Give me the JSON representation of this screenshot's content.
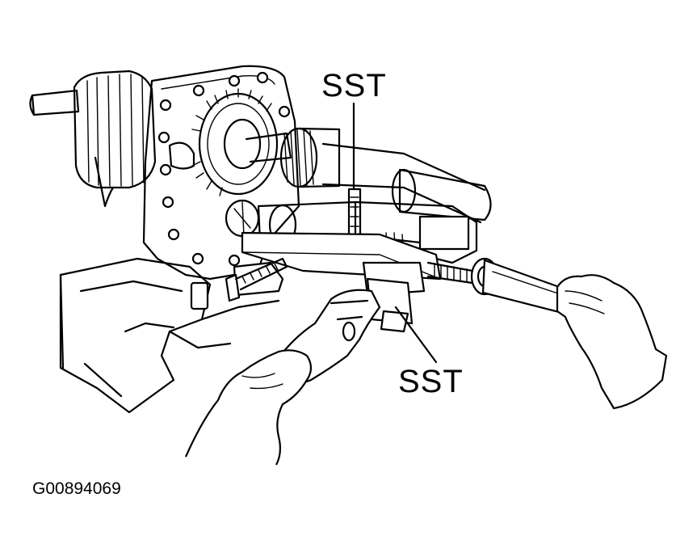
{
  "labels": {
    "sst_top": "SST",
    "sst_bottom": "SST",
    "figure_code": "G00894069"
  },
  "colors": {
    "line": "#000000",
    "background": "#ffffff"
  }
}
